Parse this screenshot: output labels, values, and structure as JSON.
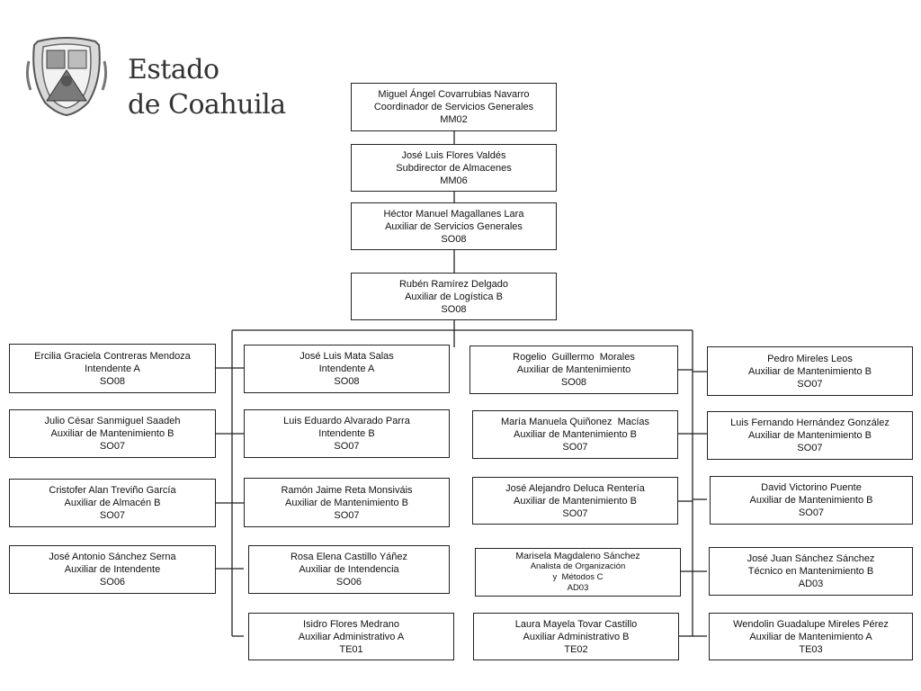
{
  "header": {
    "title_line1": "Estado",
    "title_line2": "de Coahuila"
  },
  "chain": [
    {
      "name": "Miguel Ángel Covarrubias Navarro",
      "role": "Coordinador de Servicios Generales",
      "code": "MM02"
    },
    {
      "name": "José Luis Flores Valdés",
      "role": "Subdirector de Almacenes",
      "code": "MM06"
    },
    {
      "name": "Héctor Manuel Magallanes Lara",
      "role": "Auxiliar de Servicios Generales",
      "code": "SO08"
    },
    {
      "name": "Rubén Ramírez Delgado",
      "role": "Auxiliar de Logística B",
      "code": "SO08"
    }
  ],
  "col1": [
    {
      "name": "Ercilia Graciela Contreras Mendoza",
      "role": "Intendente A",
      "code": "SO08"
    },
    {
      "name": "Julio César Sanmiguel Saadeh",
      "role": "Auxiliar de Mantenimiento B",
      "code": "SO07"
    },
    {
      "name": "Cristofer Alan Treviño García",
      "role": "Auxiliar de Almacén B",
      "code": "SO07"
    },
    {
      "name": "José Antonio Sánchez Serna",
      "role": "Auxiliar de Intendente",
      "code": "SO06"
    }
  ],
  "col2": [
    {
      "name": "José Luis Mata Salas",
      "role": "Intendente A",
      "code": "SO08"
    },
    {
      "name": "Luis Eduardo Alvarado Parra",
      "role": "Intendente B",
      "code": "SO07"
    },
    {
      "name": "Ramón Jaime Reta Monsiváis",
      "role": "Auxiliar de Mantenimiento B",
      "code": "SO07"
    },
    {
      "name": "Rosa Elena Castillo Yáñez",
      "role": "Auxiliar de Intendencia",
      "code": "SO06"
    },
    {
      "name": "Isidro Flores Medrano",
      "role": "Auxiliar Administrativo A",
      "code": "TE01"
    }
  ],
  "col3": [
    {
      "name": "Rogelio  Guillermo  Morales",
      "role": "Auxiliar de Mantenimiento",
      "code": "SO08"
    },
    {
      "name": "María Manuela Quiñonez  Macías",
      "role": "Auxiliar de Mantenimiento B",
      "code": "SO07"
    },
    {
      "name": "José Alejandro Deluca Rentería",
      "role": "Auxiliar de Mantenimiento B",
      "code": "SO07"
    },
    {
      "name": "Marisela Magdaleno Sánchez",
      "role": "Analista de Organización",
      "role2": "y  Métodos C",
      "code": "AD03"
    },
    {
      "name": "Laura Mayela Tovar Castillo",
      "role": "Auxiliar Administrativo B",
      "code": "TE02"
    }
  ],
  "col4": [
    {
      "name": "Pedro Mireles Leos",
      "role": "Auxiliar de Mantenimiento B",
      "code": "SO07"
    },
    {
      "name": "Luis Fernando Hernández González",
      "role": "Auxiliar de Mantenimiento B",
      "code": "SO07"
    },
    {
      "name": "David Victorino Puente",
      "role": "Auxiliar de Mantenimiento B",
      "code": "SO07"
    },
    {
      "name": "José Juan Sánchez Sánchez",
      "role": "Técnico en Mantenimiento B",
      "code": "AD03"
    },
    {
      "name": "Wendolin Guadalupe Mireles Pérez",
      "role": "Auxiliar de Mantenimiento A",
      "code": "TE03"
    }
  ]
}
